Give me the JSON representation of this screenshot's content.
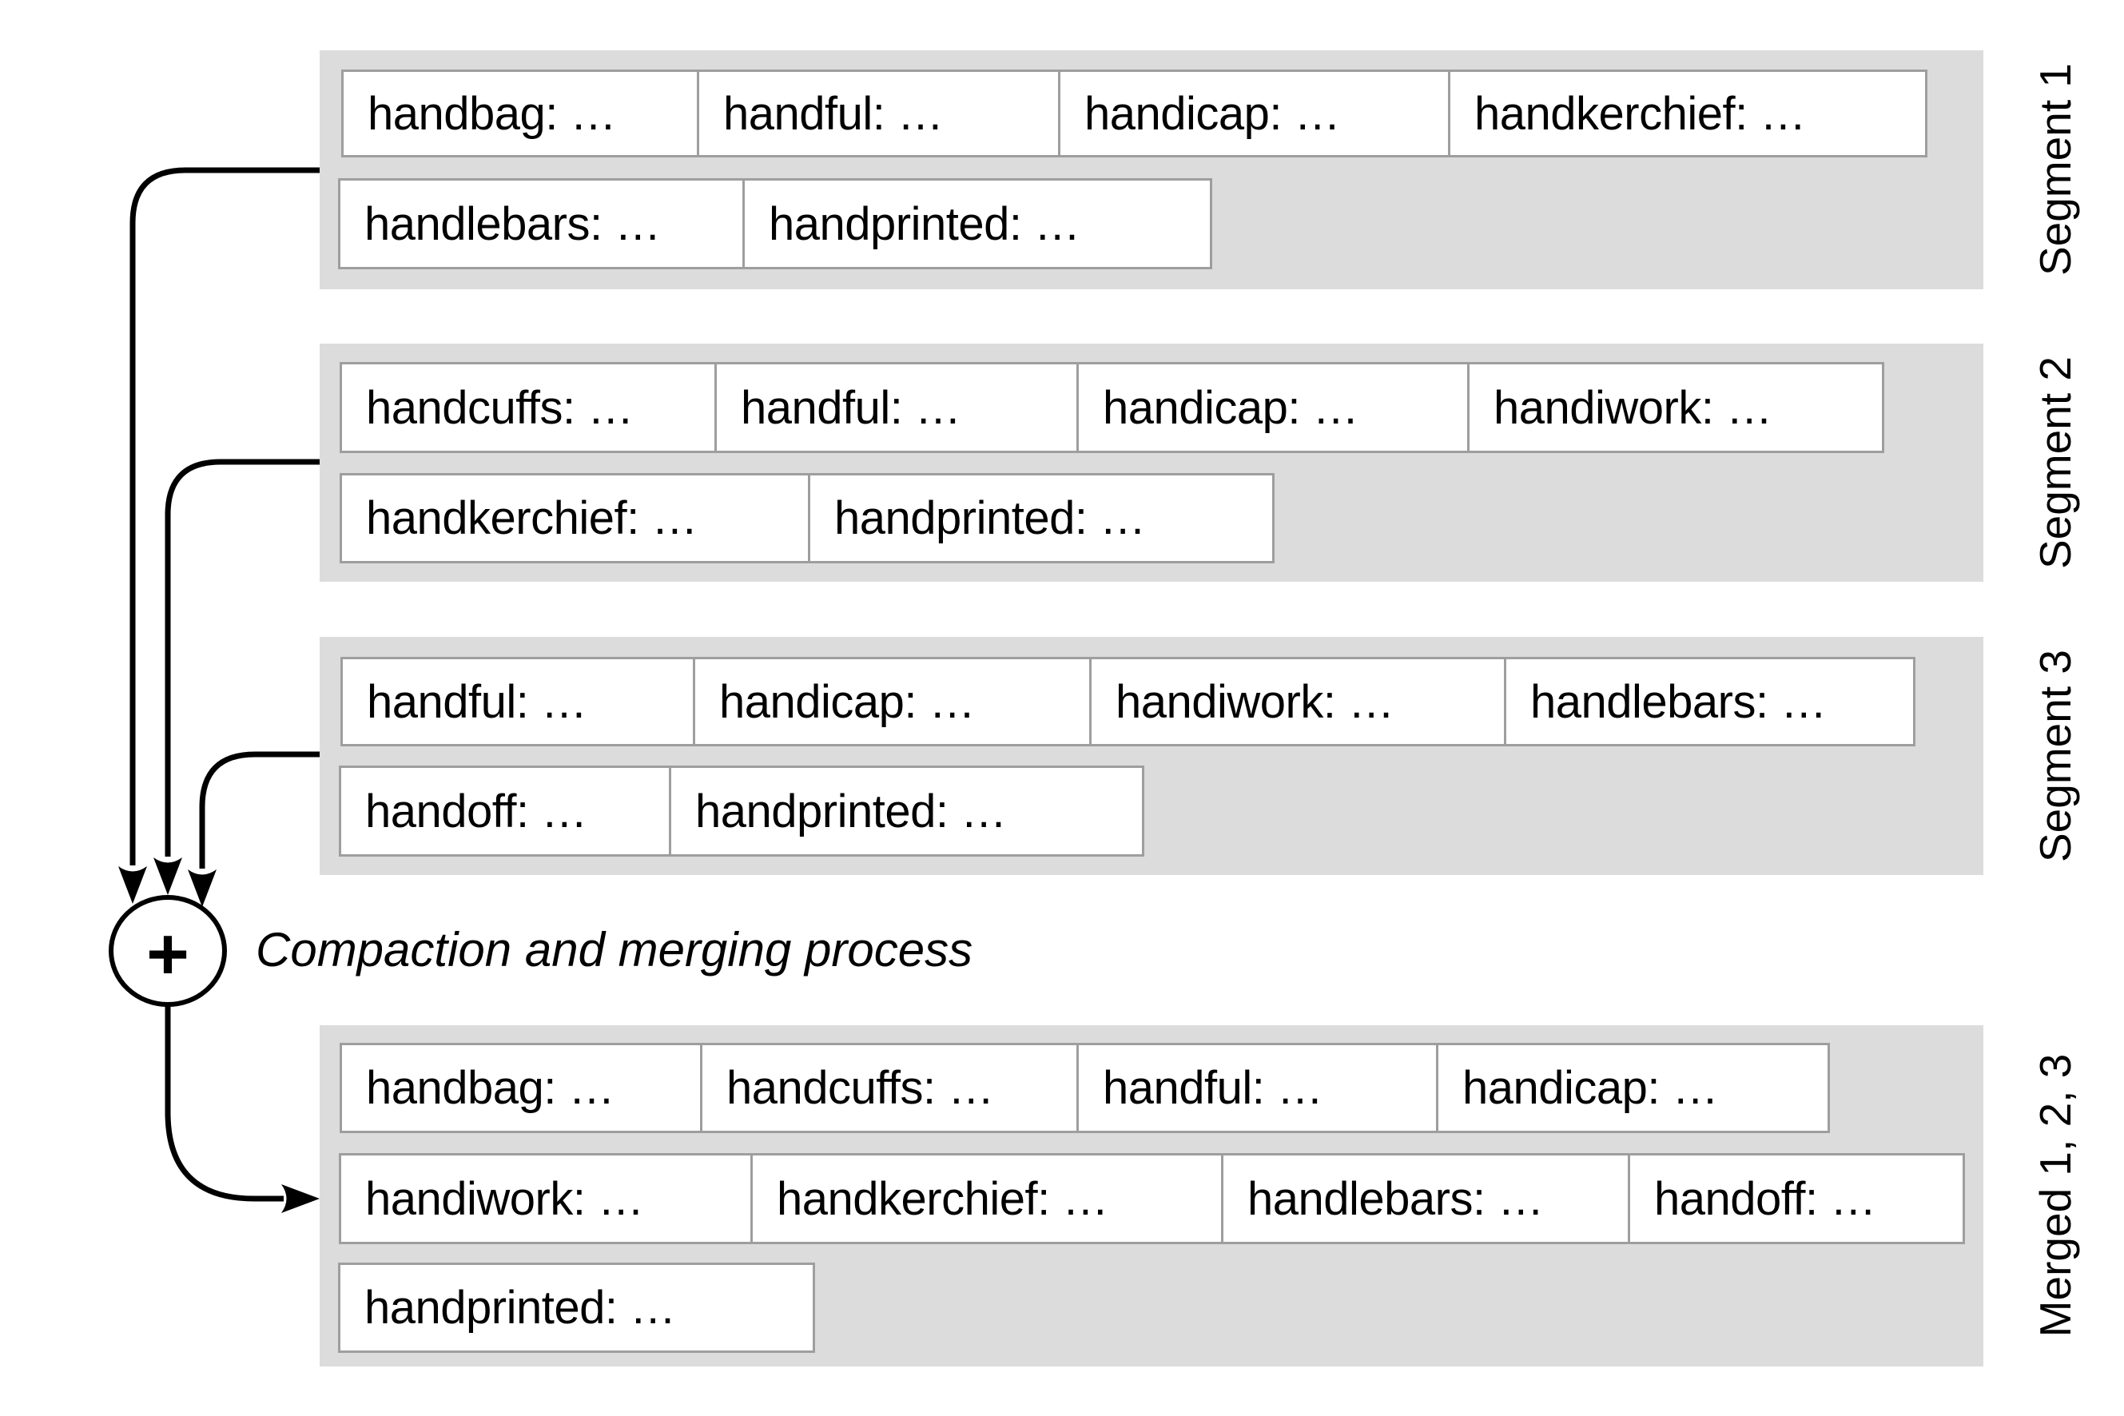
{
  "figure": {
    "caption": "Compaction and merging process"
  },
  "icons": {
    "merge_plus_icon": "+"
  },
  "colors": {
    "panel_background": "#dcdcdc",
    "cell_border": "#9e9e9e",
    "cell_background": "#ffffff",
    "line": "#000000"
  },
  "panels": [
    {
      "side_label": "Segment 1",
      "rows": [
        [
          "handbag: …",
          "handful: …",
          "handicap: …",
          "handkerchief: …"
        ],
        [
          "handlebars: …",
          "handprinted: …"
        ]
      ]
    },
    {
      "side_label": "Segment 2",
      "rows": [
        [
          "handcuffs: …",
          "handful: …",
          "handicap: …",
          "handiwork: …"
        ],
        [
          "handkerchief: …",
          "handprinted: …"
        ]
      ]
    },
    {
      "side_label": "Segment 3",
      "rows": [
        [
          "handful: …",
          "handicap: …",
          "handiwork: …",
          "handlebars: …"
        ],
        [
          "handoff: …",
          "handprinted: …"
        ]
      ]
    },
    {
      "side_label": "Merged 1, 2, 3",
      "rows": [
        [
          "handbag: …",
          "handcuffs: …",
          "handful: …",
          "handicap: …"
        ],
        [
          "handiwork: …",
          "handkerchief: …",
          "handlebars: …",
          "handoff: …"
        ],
        [
          "handprinted: …"
        ]
      ]
    }
  ]
}
